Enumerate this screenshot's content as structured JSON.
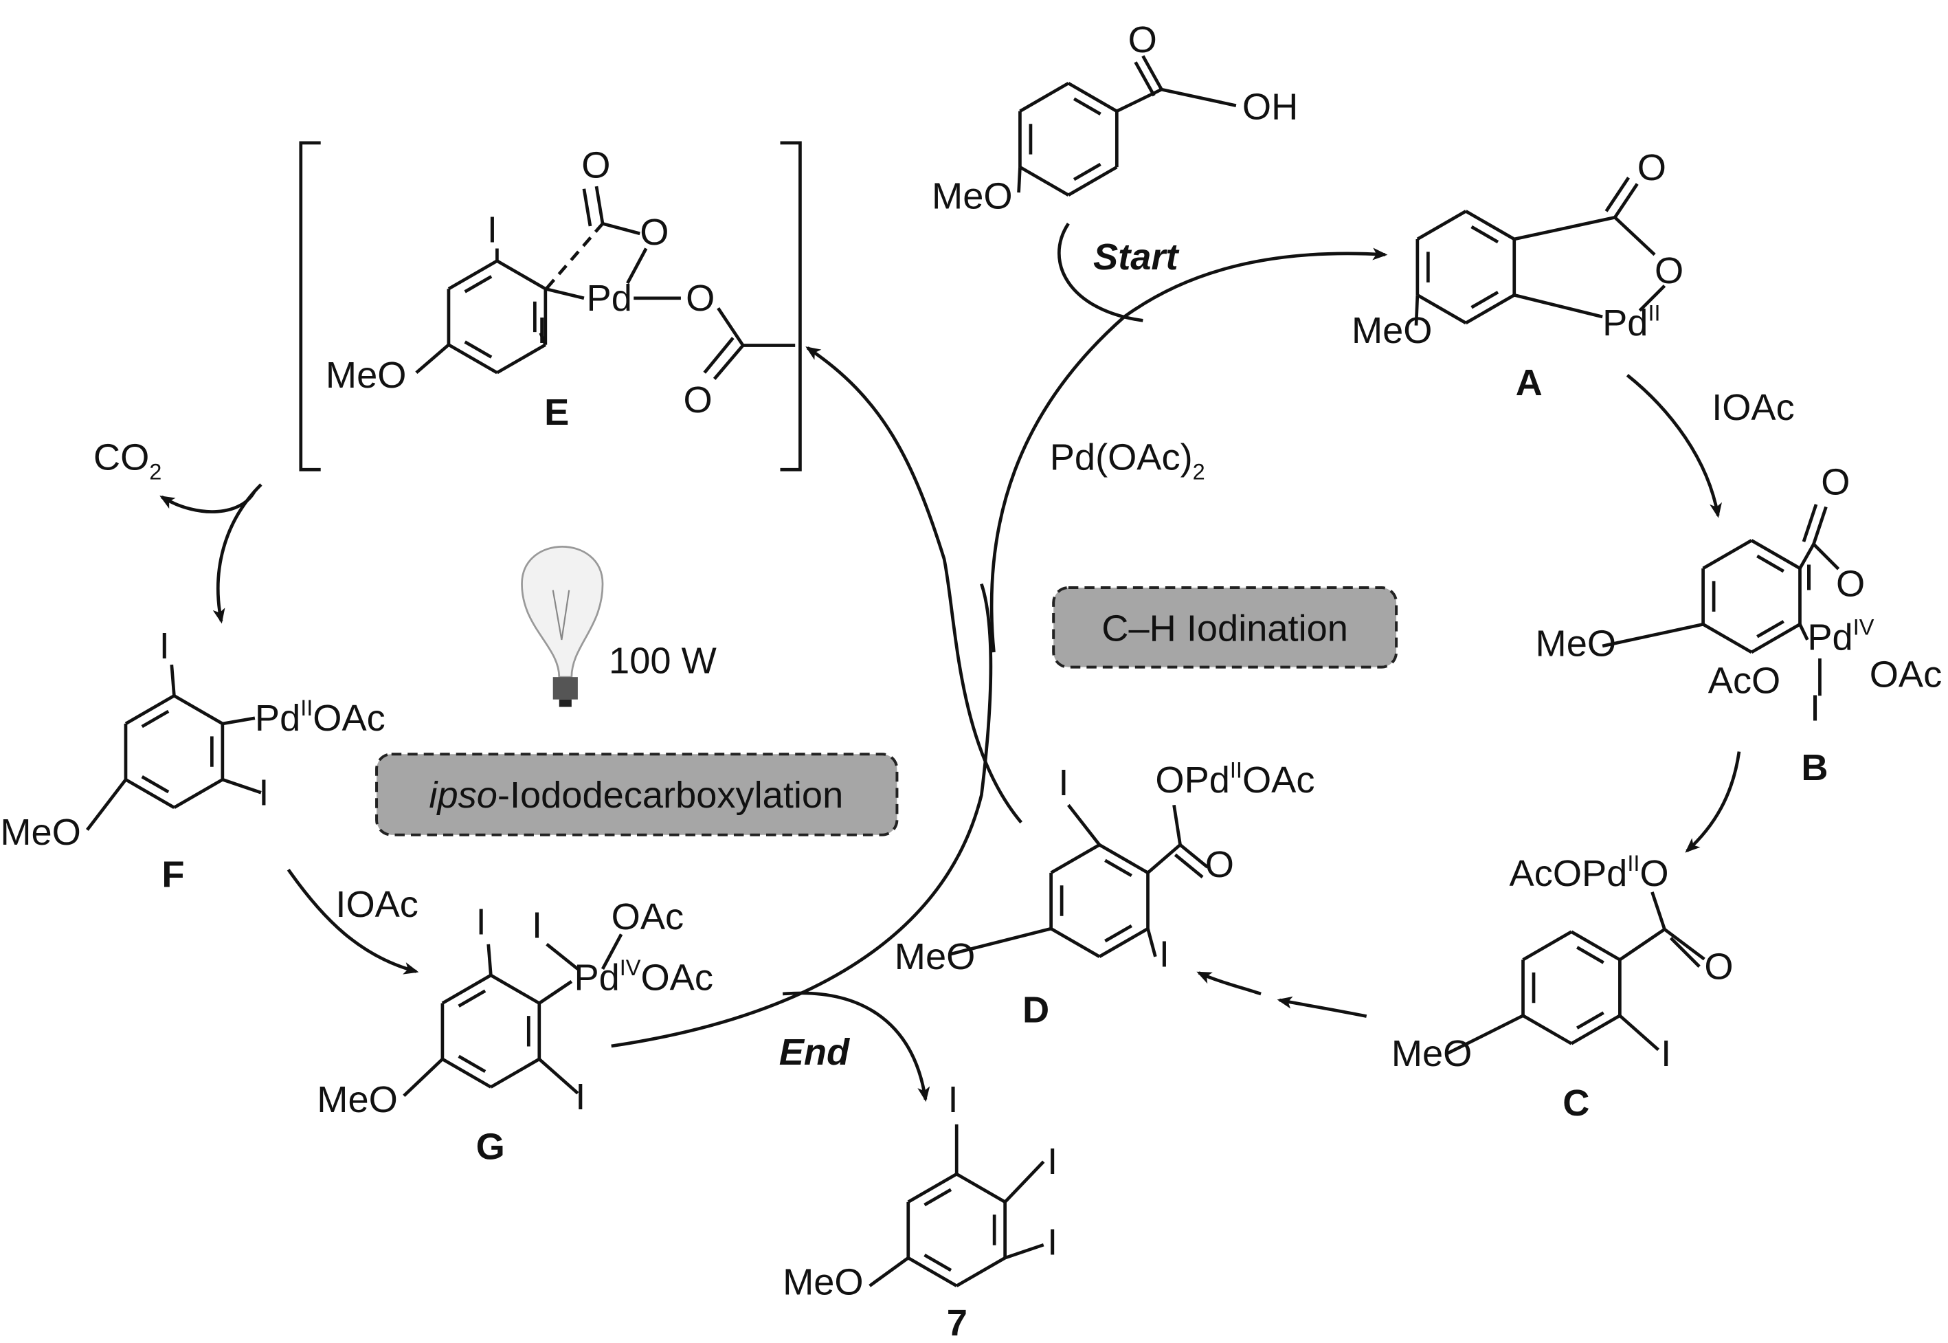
{
  "substrate": {
    "oh": "OH",
    "o": "O",
    "meo": "MeO"
  },
  "start_label": "Start",
  "end_label": "End",
  "catalyst": {
    "main": "Pd(OAc)",
    "sub": "2"
  },
  "ch_iodination": "C–H Iodination",
  "ipso": {
    "prefix": "ipso",
    "rest": "-Iododecarboxylation"
  },
  "lamp": {
    "power": "100 W",
    "icon": "light-bulb-icon"
  },
  "reagents": {
    "ioac_1": "IOAc",
    "ioac_2": "IOAc",
    "co2_main": "CO",
    "co2_sub": "2"
  },
  "intermediates": {
    "A": {
      "label": "A",
      "o1": "O",
      "o2": "O",
      "pd": "Pd",
      "ox": "II",
      "meo": "MeO"
    },
    "B": {
      "label": "B",
      "o1": "O",
      "o2": "O",
      "i1": "I",
      "pd": "Pd",
      "ox": "IV",
      "aco": "AcO",
      "oac": "OAc",
      "i2": "I",
      "meo": "MeO"
    },
    "C": {
      "label": "C",
      "acopd": "AcOPd",
      "ox": "II",
      "o_end": "O",
      "o2": "O",
      "i": "I",
      "meo": "MeO"
    },
    "D": {
      "label": "D",
      "i1": "I",
      "opd": "OPd",
      "ox": "II",
      "oac": "OAc",
      "o2": "O",
      "i2": "I",
      "meo": "MeO"
    },
    "E": {
      "label": "E",
      "o1": "O",
      "o2": "O",
      "o3": "O",
      "o4": "O",
      "i1": "I",
      "i2": "I",
      "pd": "Pd",
      "meo": "MeO"
    },
    "F": {
      "label": "F",
      "i1": "I",
      "pd": "Pd",
      "ox": "II",
      "oac": "OAc",
      "i2": "I",
      "meo": "MeO"
    },
    "G": {
      "label": "G",
      "i1": "I",
      "i2": "I",
      "oac1": "OAc",
      "pd": "Pd",
      "ox": "IV",
      "oac2": "OAc",
      "i3": "I",
      "meo": "MeO"
    },
    "P7": {
      "label": "7",
      "i1": "I",
      "i2": "I",
      "i3": "I",
      "meo": "MeO"
    }
  }
}
